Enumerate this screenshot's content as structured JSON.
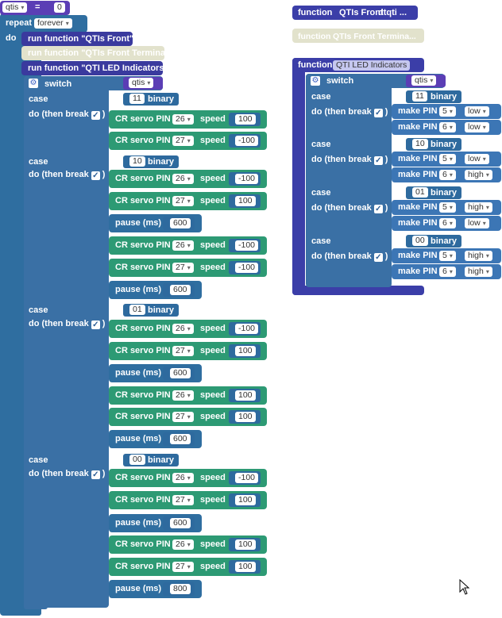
{
  "var_set": {
    "name": "qtis",
    "op": "=",
    "value": "0"
  },
  "repeat": {
    "label": "repeat",
    "mode": "forever",
    "do": "do"
  },
  "calls": [
    "run function \"QTIs Front\"",
    "run function \"QTIs Front Terminal\"",
    "run function \"QTI LED Indicators\""
  ],
  "sw": {
    "label": "switch",
    "var": "qtis",
    "case": "case",
    "do_break": "do (then break",
    "close": ")",
    "check": "✓"
  },
  "cases": [
    {
      "value": "11",
      "unit": "binary"
    },
    {
      "value": "10",
      "unit": "binary"
    },
    {
      "value": "01",
      "unit": "binary"
    },
    {
      "value": "00",
      "unit": "binary"
    }
  ],
  "servo": {
    "label": "CR servo PIN",
    "speed": "speed"
  },
  "pause": {
    "label": "pause (ms)"
  },
  "main_steps": [
    {
      "type": "servo",
      "pin": "26",
      "speed": "100"
    },
    {
      "type": "servo",
      "pin": "27",
      "speed": "-100"
    },
    {
      "type": "servo",
      "pin": "26",
      "speed": "-100"
    },
    {
      "type": "servo",
      "pin": "27",
      "speed": "100"
    },
    {
      "type": "pause",
      "ms": "600"
    },
    {
      "type": "servo",
      "pin": "26",
      "speed": "-100"
    },
    {
      "type": "servo",
      "pin": "27",
      "speed": "-100"
    },
    {
      "type": "pause",
      "ms": "600"
    },
    {
      "type": "servo",
      "pin": "26",
      "speed": "-100"
    },
    {
      "type": "servo",
      "pin": "27",
      "speed": "100"
    },
    {
      "type": "pause",
      "ms": "600"
    },
    {
      "type": "servo",
      "pin": "26",
      "speed": "100"
    },
    {
      "type": "servo",
      "pin": "27",
      "speed": "100"
    },
    {
      "type": "pause",
      "ms": "600"
    },
    {
      "type": "servo",
      "pin": "26",
      "speed": "-100"
    },
    {
      "type": "servo",
      "pin": "27",
      "speed": "100"
    },
    {
      "type": "pause",
      "ms": "600"
    },
    {
      "type": "servo",
      "pin": "26",
      "speed": "100"
    },
    {
      "type": "servo",
      "pin": "27",
      "speed": "100"
    },
    {
      "type": "pause",
      "ms": "800"
    }
  ],
  "func_a": {
    "keyword": "function",
    "name": "QTIs Front",
    "extra": "dtqti ..."
  },
  "func_b": {
    "keyword": "function",
    "name": "QTIs Front Termina..."
  },
  "func_c": {
    "keyword": "function",
    "name": "QTI LED Indicators"
  },
  "makepin": {
    "label": "make PIN"
  },
  "led_steps": [
    {
      "pin": "5",
      "state": "low"
    },
    {
      "pin": "6",
      "state": "low"
    },
    {
      "pin": "5",
      "state": "low"
    },
    {
      "pin": "6",
      "state": "high"
    },
    {
      "pin": "5",
      "state": "high"
    },
    {
      "pin": "6",
      "state": "low"
    },
    {
      "pin": "5",
      "state": "high"
    },
    {
      "pin": "6",
      "state": "high"
    }
  ],
  "colors": {
    "loop": "#2f6ea0",
    "var": "#5b3eb5",
    "call": "#3a3a9e",
    "call_disabled": "#e2e2cc",
    "servo": "#2d9a74",
    "func": "#3b3ea8",
    "switch": "#3a70a5",
    "case_val": "#2e6a9e",
    "makepin": "#3c76b5"
  }
}
